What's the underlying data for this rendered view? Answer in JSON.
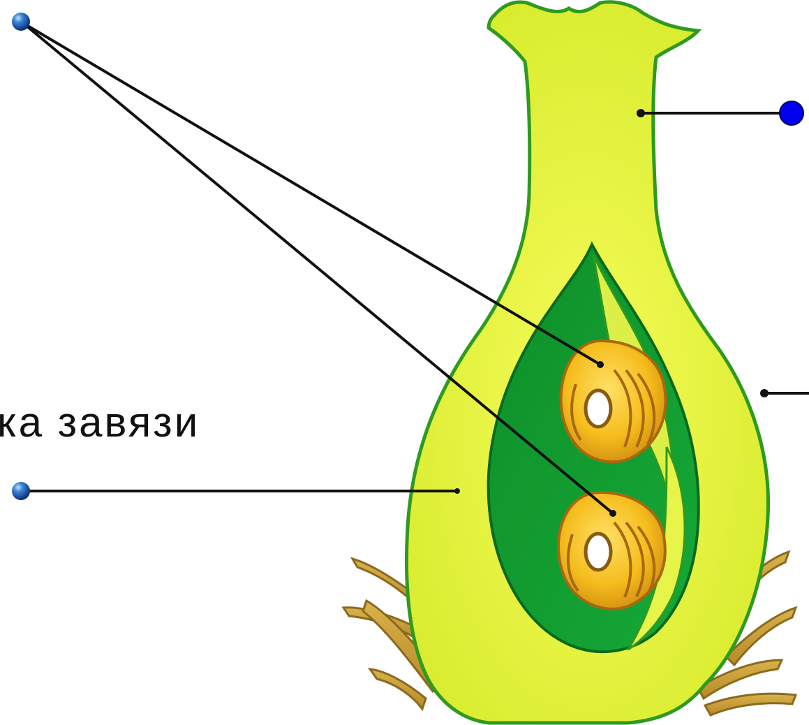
{
  "diagram": {
    "visible_label": "ка завязи",
    "colors": {
      "background": "#ffffff",
      "outer_wall": "#e2f23a",
      "outer_edge": "#2f9a20",
      "ovary_cavity": "#119a2c",
      "ovule_fill": "#f2b91a",
      "ovule_stroke": "#a8680e",
      "sepal": "#cfa53a",
      "pointer_line": "#111111",
      "marker_blue": "#1f5fc9",
      "marker_solid_blue": "#0000ee"
    },
    "markers": [
      "marker-top-left",
      "marker-bottom-left",
      "marker-top-right",
      "marker-right-edge"
    ]
  }
}
